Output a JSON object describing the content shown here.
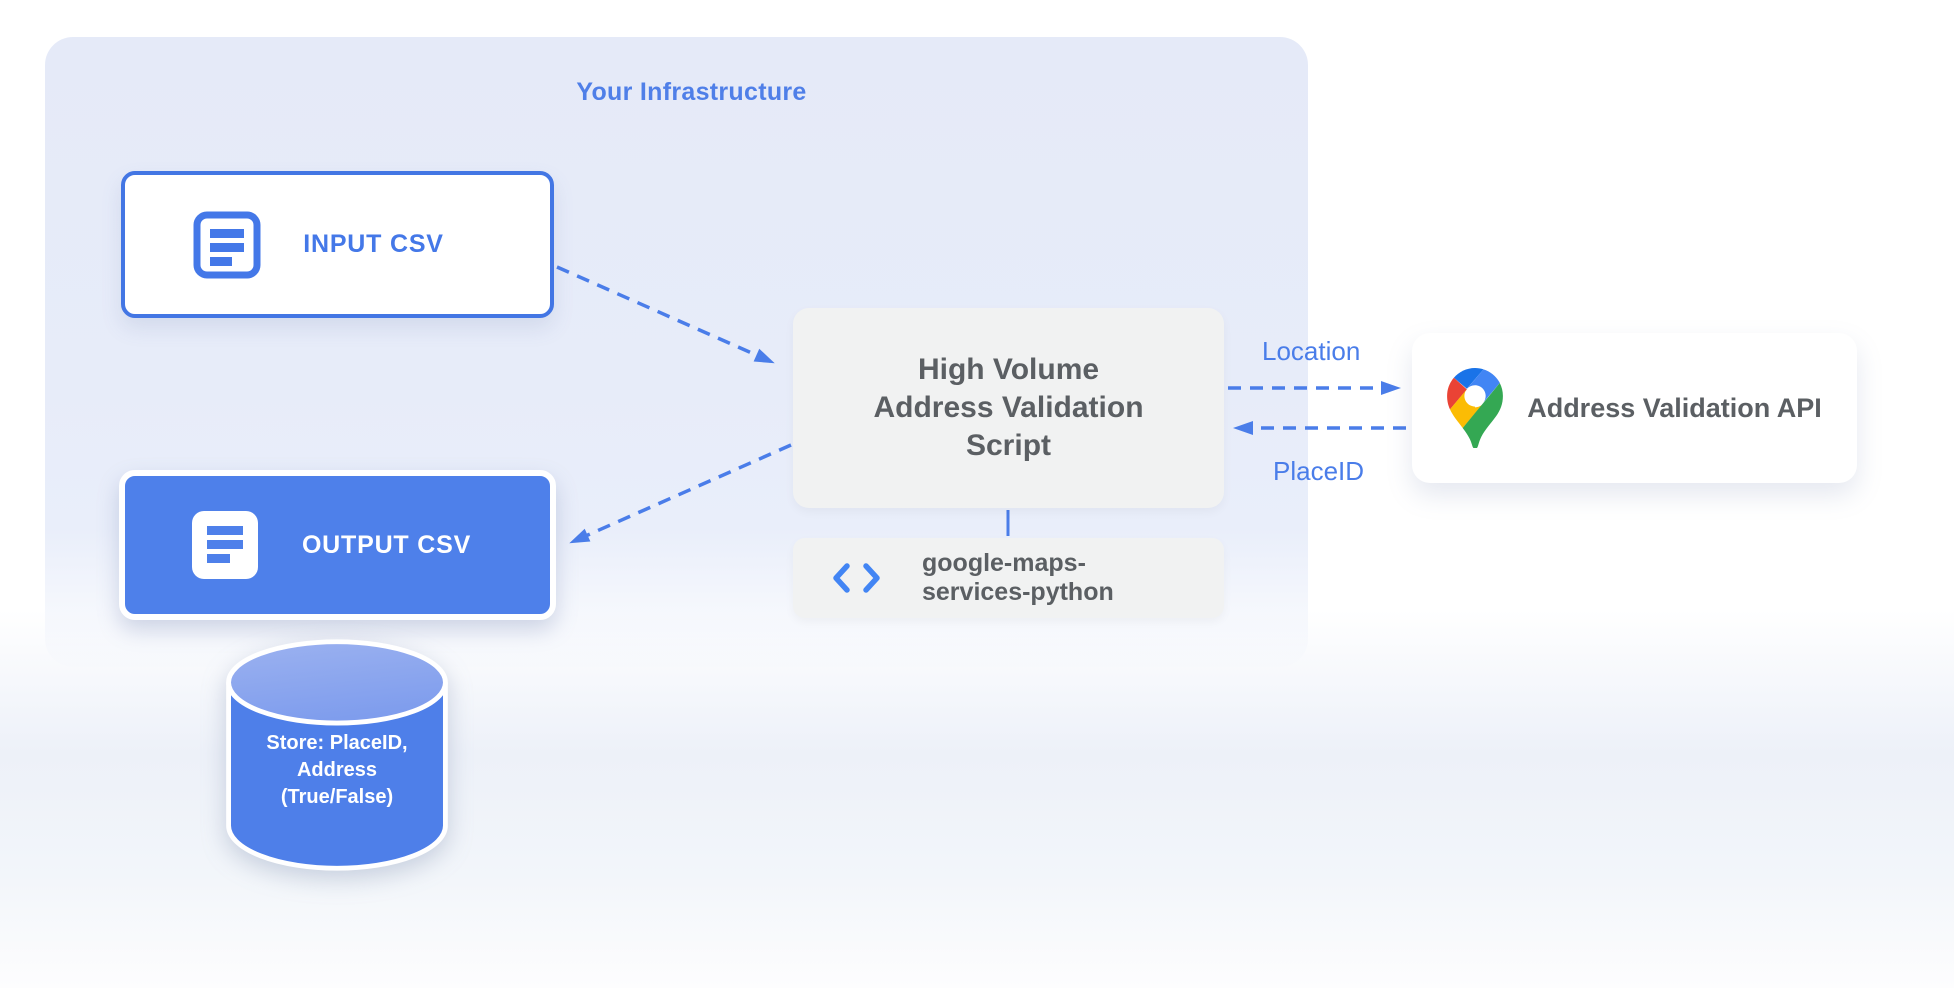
{
  "infrastructure": {
    "title": "Your Infrastructure"
  },
  "nodes": {
    "input_csv": {
      "label": "INPUT CSV",
      "icon": "document-icon"
    },
    "output_csv": {
      "label": "OUTPUT CSV",
      "icon": "document-icon"
    },
    "datastore": {
      "line1": "Store: PlaceID,",
      "line2": "Address",
      "line3": "(True/False)",
      "icon": "database-cylinder"
    },
    "script": {
      "line1": "High Volume",
      "line2": "Address Validation",
      "line3": "Script"
    },
    "library": {
      "line1": "google-maps-",
      "line2": "services-python",
      "icon": "code-icon"
    },
    "api": {
      "label": "Address Validation API",
      "icon": "google-maps-pin-icon"
    }
  },
  "edges": {
    "location_label": "Location",
    "placeid_label": "PlaceID"
  },
  "colors": {
    "accent_blue": "#4a7de9",
    "node_fill_blue": "#4e80ea",
    "container_fill": "#e7ebf9",
    "box_gray": "#f1f2f2",
    "text_gray": "#5b5f63",
    "maps_pin_red": "#ea4335",
    "maps_pin_blue": "#4285f4",
    "maps_pin_dark_blue": "#1a73e8",
    "maps_pin_yellow": "#fbbc04",
    "maps_pin_green": "#34a853"
  }
}
